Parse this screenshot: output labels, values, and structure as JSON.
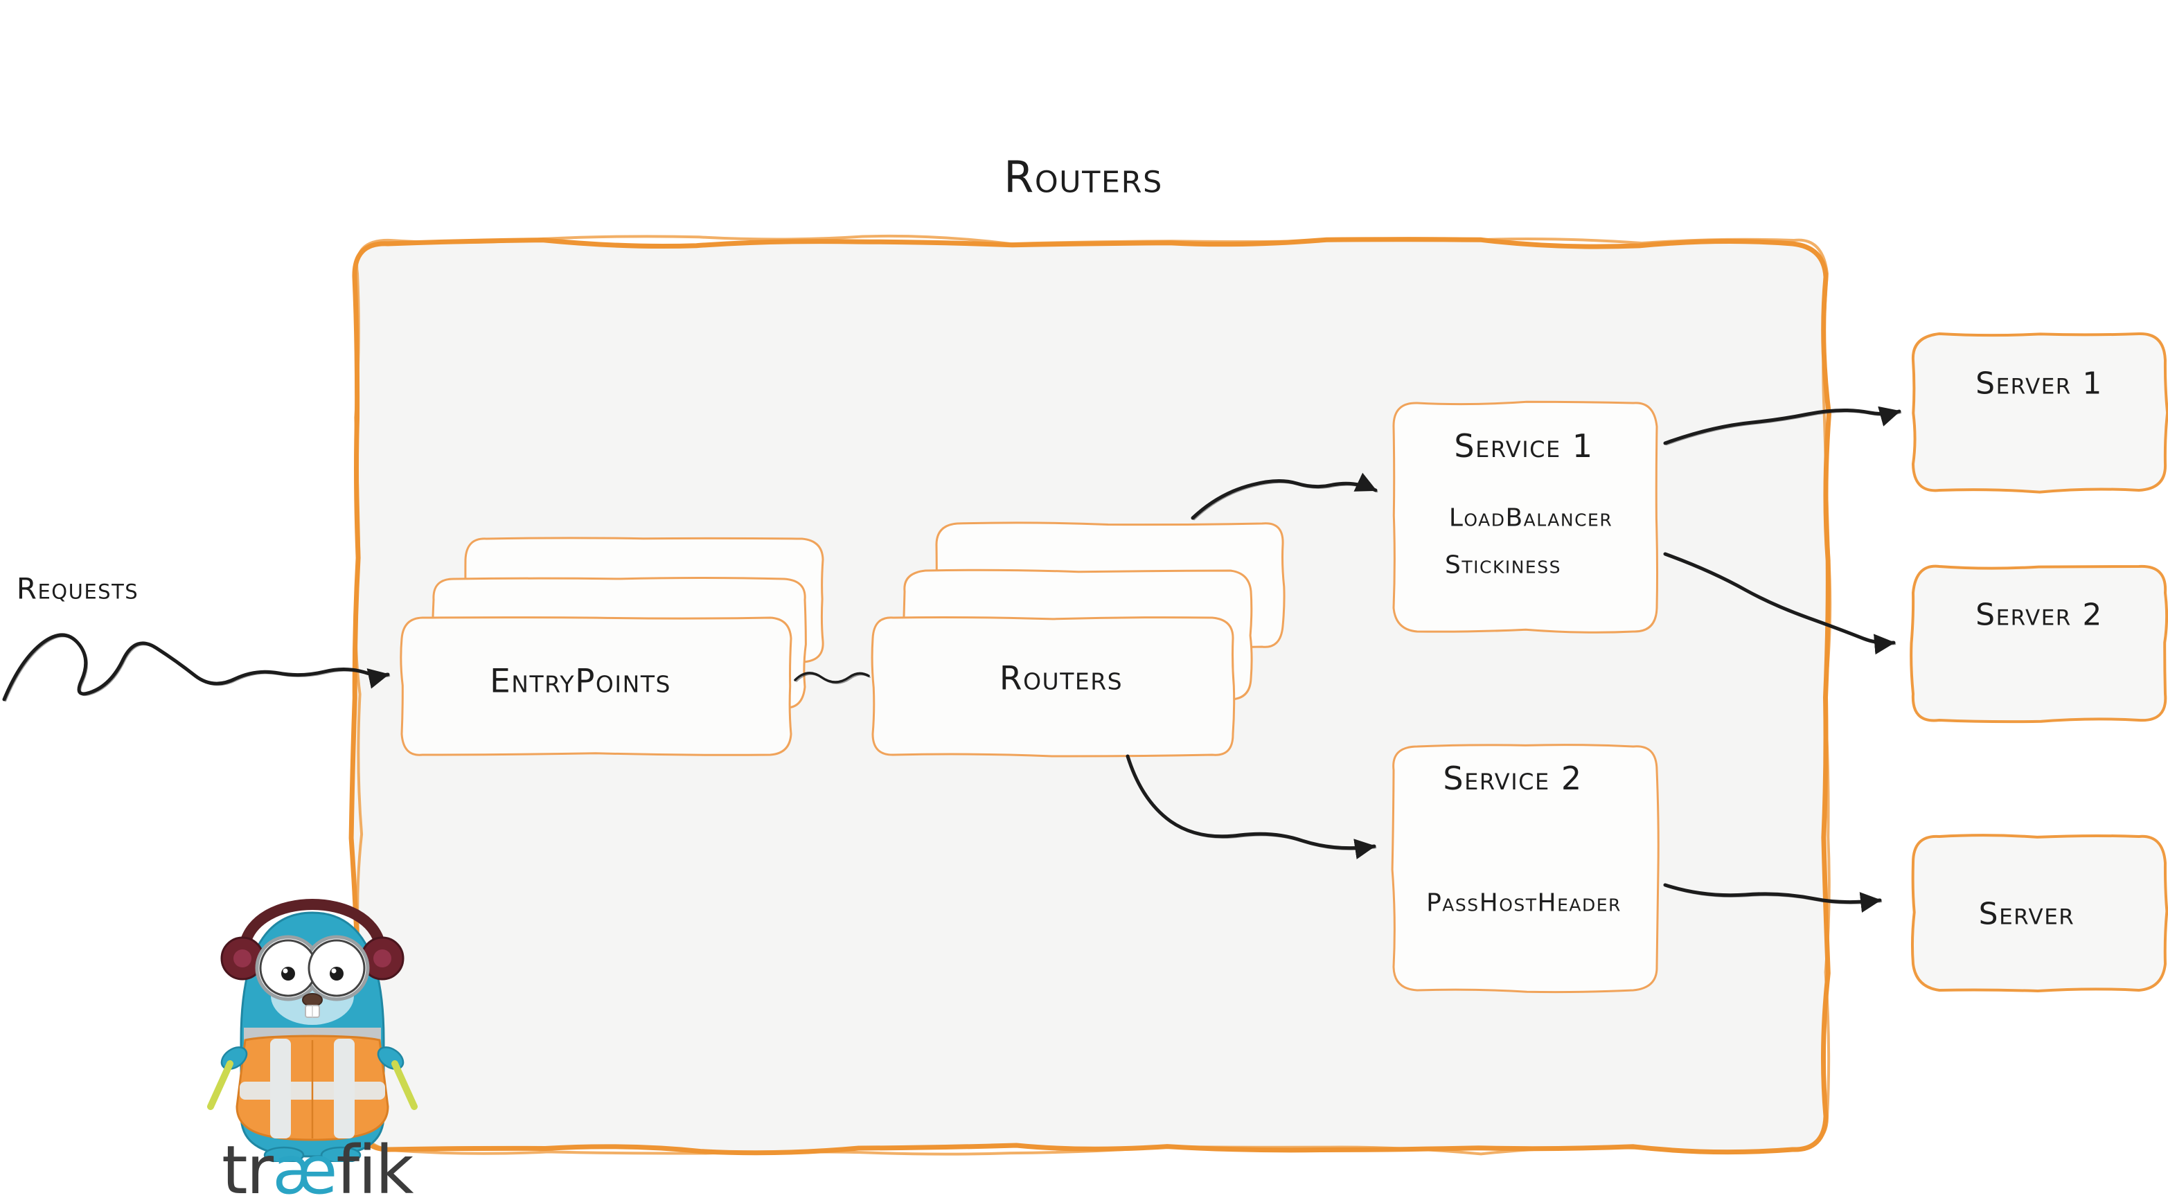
{
  "title": "Routers",
  "requests_label": "Requests",
  "entrypoints_label": "EntryPoints",
  "routers_label": "Routers",
  "service1": {
    "title": "Service 1",
    "feature1": "LoadBalancer",
    "feature2": "Stickiness"
  },
  "service2": {
    "title": "Service 2",
    "feature1": "PassHostHeader"
  },
  "servers": {
    "server1": "Server 1",
    "server2": "Server 2",
    "server3": "Server"
  },
  "logo": {
    "prefix": "tr",
    "ligature": "æ",
    "suffix": "fik"
  },
  "colors": {
    "boundary_orange": "#ee9433",
    "card_stroke": "#f0a35a",
    "panel_fill": "#f5f5f4",
    "ink": "#1c1c1c",
    "logo_teal": "#2aa4c4",
    "logo_gray": "#3c3c3c"
  }
}
